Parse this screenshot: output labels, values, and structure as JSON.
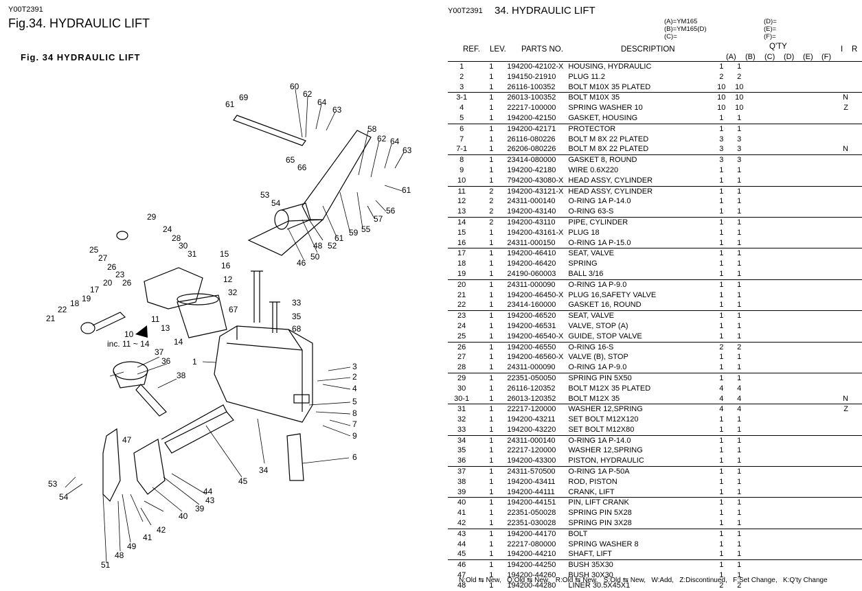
{
  "left": {
    "code": "Y00T2391",
    "fig_title": "Fig.34.  HYDRAULIC LIFT",
    "drawing_title": "Fig. 34   HYDRAULIC LIFT",
    "inc_note": "inc. 11 ~ 14",
    "callouts": [
      "1",
      "2",
      "3",
      "4",
      "5",
      "6",
      "7",
      "8",
      "9",
      "10",
      "11",
      "12",
      "13",
      "14",
      "15",
      "16",
      "17",
      "18",
      "19",
      "20",
      "21",
      "22",
      "23",
      "24",
      "25",
      "26",
      "26",
      "27",
      "28",
      "29",
      "30",
      "31",
      "32",
      "33",
      "34",
      "35",
      "36",
      "37",
      "38",
      "39",
      "40",
      "41",
      "42",
      "43",
      "44",
      "45",
      "46",
      "47",
      "48",
      "48",
      "49",
      "50",
      "51",
      "52",
      "53",
      "53",
      "54",
      "54",
      "55",
      "56",
      "57",
      "58",
      "59",
      "60",
      "61",
      "61",
      "61",
      "62",
      "62",
      "63",
      "63",
      "64",
      "64",
      "65",
      "66",
      "67",
      "68",
      "69"
    ]
  },
  "right": {
    "code": "Y00T2391",
    "title": "34.  HYDRAULIC LIFT",
    "models": [
      "(A)=YM165",
      "(B)=YM165(D)",
      "(C)="
    ],
    "models2": [
      "(D)=",
      "(E)=",
      "(F)="
    ],
    "headers": {
      "ref": "REF.",
      "lev": "LEV.",
      "parts": "PARTS NO.",
      "desc": "DESCRIPTION",
      "qty": "Q'TY",
      "i": "I",
      "r": "R"
    },
    "qty_cols": [
      "(A)",
      "(B)",
      "(C)",
      "(D)",
      "(E)",
      "(F)"
    ],
    "rows": [
      {
        "ref": "1",
        "lev": "1",
        "pno": "194200-42102-X",
        "desc": "HOUSING, HYDRAULIC",
        "a": "1",
        "b": "1",
        "r": "",
        "sep": true
      },
      {
        "ref": "2",
        "lev": "1",
        "pno": "194150-21910",
        "desc": "PLUG 11.2",
        "a": "2",
        "b": "2",
        "r": "",
        "sep": false
      },
      {
        "ref": "3",
        "lev": "1",
        "pno": "26116-100352",
        "desc": "BOLT M10X 35 PLATED",
        "a": "10",
        "b": "10",
        "r": "",
        "sep": false
      },
      {
        "ref": "3-1",
        "lev": "1",
        "pno": "26013-100352",
        "desc": "BOLT M10X 35",
        "a": "10",
        "b": "10",
        "r": "N",
        "sep": true
      },
      {
        "ref": "4",
        "lev": "1",
        "pno": "22217-100000",
        "desc": "SPRING WASHER 10",
        "a": "10",
        "b": "10",
        "r": "Z",
        "sep": false
      },
      {
        "ref": "5",
        "lev": "1",
        "pno": "194200-42150",
        "desc": "GASKET, HOUSING",
        "a": "1",
        "b": "1",
        "r": "",
        "sep": false
      },
      {
        "ref": "6",
        "lev": "1",
        "pno": "194200-42171",
        "desc": "PROTECTOR",
        "a": "1",
        "b": "1",
        "r": "",
        "sep": true
      },
      {
        "ref": "7",
        "lev": "1",
        "pno": "26116-080226",
        "desc": "BOLT M 8X 22 PLATED",
        "a": "3",
        "b": "3",
        "r": "",
        "sep": false
      },
      {
        "ref": "7-1",
        "lev": "1",
        "pno": "26206-080226",
        "desc": "BOLT M 8X 22 PLATED",
        "a": "3",
        "b": "3",
        "r": "N",
        "sep": false
      },
      {
        "ref": "8",
        "lev": "1",
        "pno": "23414-080000",
        "desc": "GASKET 8, ROUND",
        "a": "3",
        "b": "3",
        "r": "",
        "sep": true
      },
      {
        "ref": "9",
        "lev": "1",
        "pno": "194200-42180",
        "desc": "WIRE 0.6X220",
        "a": "1",
        "b": "1",
        "r": "",
        "sep": false
      },
      {
        "ref": "10",
        "lev": "1",
        "pno": "794200-43080-X",
        "desc": "HEAD ASSY, CYLINDER",
        "a": "1",
        "b": "1",
        "r": "",
        "sep": false
      },
      {
        "ref": "11",
        "lev": "2",
        "pno": "194200-43121-X",
        "desc": "HEAD ASSY, CYLINDER",
        "a": "1",
        "b": "1",
        "r": "",
        "sep": true
      },
      {
        "ref": "12",
        "lev": "2",
        "pno": "24311-000140",
        "desc": "O-RING 1A P-14.0",
        "a": "1",
        "b": "1",
        "r": "",
        "sep": false
      },
      {
        "ref": "13",
        "lev": "2",
        "pno": "194200-43140",
        "desc": "O-RING 63-S",
        "a": "1",
        "b": "1",
        "r": "",
        "sep": false
      },
      {
        "ref": "14",
        "lev": "2",
        "pno": "194200-43110",
        "desc": "PIPE, CYLINDER",
        "a": "1",
        "b": "1",
        "r": "",
        "sep": true
      },
      {
        "ref": "15",
        "lev": "1",
        "pno": "194200-43161-X",
        "desc": "PLUG 18",
        "a": "1",
        "b": "1",
        "r": "",
        "sep": false
      },
      {
        "ref": "16",
        "lev": "1",
        "pno": "24311-000150",
        "desc": "O-RING 1A P-15.0",
        "a": "1",
        "b": "1",
        "r": "",
        "sep": false
      },
      {
        "ref": "17",
        "lev": "1",
        "pno": "194200-46410",
        "desc": "SEAT, VALVE",
        "a": "1",
        "b": "1",
        "r": "",
        "sep": true
      },
      {
        "ref": "18",
        "lev": "1",
        "pno": "194200-46420",
        "desc": "SPRING",
        "a": "1",
        "b": "1",
        "r": "",
        "sep": false
      },
      {
        "ref": "19",
        "lev": "1",
        "pno": "24190-060003",
        "desc": "BALL 3/16",
        "a": "1",
        "b": "1",
        "r": "",
        "sep": false
      },
      {
        "ref": "20",
        "lev": "1",
        "pno": "24311-000090",
        "desc": "O-RING 1A P-9.0",
        "a": "1",
        "b": "1",
        "r": "",
        "sep": true
      },
      {
        "ref": "21",
        "lev": "1",
        "pno": "194200-46450-X",
        "desc": "PLUG 16,SAFETY VALVE",
        "a": "1",
        "b": "1",
        "r": "",
        "sep": false
      },
      {
        "ref": "22",
        "lev": "1",
        "pno": "23414-160000",
        "desc": "GASKET 16, ROUND",
        "a": "1",
        "b": "1",
        "r": "",
        "sep": false
      },
      {
        "ref": "23",
        "lev": "1",
        "pno": "194200-46520",
        "desc": "SEAT, VALVE",
        "a": "1",
        "b": "1",
        "r": "",
        "sep": true
      },
      {
        "ref": "24",
        "lev": "1",
        "pno": "194200-46531",
        "desc": "VALVE, STOP (A)",
        "a": "1",
        "b": "1",
        "r": "",
        "sep": false
      },
      {
        "ref": "25",
        "lev": "1",
        "pno": "194200-46540-X",
        "desc": "GUIDE, STOP VALVE",
        "a": "1",
        "b": "1",
        "r": "",
        "sep": false
      },
      {
        "ref": "26",
        "lev": "1",
        "pno": "194200-46550",
        "desc": "O-RING  16-S",
        "a": "2",
        "b": "2",
        "r": "",
        "sep": true
      },
      {
        "ref": "27",
        "lev": "1",
        "pno": "194200-46560-X",
        "desc": "VALVE (B), STOP",
        "a": "1",
        "b": "1",
        "r": "",
        "sep": false
      },
      {
        "ref": "28",
        "lev": "1",
        "pno": "24311-000090",
        "desc": "O-RING 1A P-9.0",
        "a": "1",
        "b": "1",
        "r": "",
        "sep": false
      },
      {
        "ref": "29",
        "lev": "1",
        "pno": "22351-050050",
        "desc": "SPRING PIN 5X50",
        "a": "1",
        "b": "1",
        "r": "",
        "sep": true
      },
      {
        "ref": "30",
        "lev": "1",
        "pno": "26116-120352",
        "desc": "BOLT M12X 35 PLATED",
        "a": "4",
        "b": "4",
        "r": "",
        "sep": false
      },
      {
        "ref": "30-1",
        "lev": "1",
        "pno": "26013-120352",
        "desc": "BOLT M12X 35",
        "a": "4",
        "b": "4",
        "r": "N",
        "sep": false
      },
      {
        "ref": "31",
        "lev": "1",
        "pno": "22217-120000",
        "desc": "WASHER 12,SPRING",
        "a": "4",
        "b": "4",
        "r": "Z",
        "sep": true
      },
      {
        "ref": "32",
        "lev": "1",
        "pno": "194200-43211",
        "desc": "SET BOLT M12X120",
        "a": "1",
        "b": "1",
        "r": "",
        "sep": false
      },
      {
        "ref": "33",
        "lev": "1",
        "pno": "194200-43220",
        "desc": "SET BOLT M12X80",
        "a": "1",
        "b": "1",
        "r": "",
        "sep": false
      },
      {
        "ref": "34",
        "lev": "1",
        "pno": "24311-000140",
        "desc": "O-RING 1A P-14.0",
        "a": "1",
        "b": "1",
        "r": "",
        "sep": true
      },
      {
        "ref": "35",
        "lev": "1",
        "pno": "22217-120000",
        "desc": "WASHER 12,SPRING",
        "a": "1",
        "b": "1",
        "r": "",
        "sep": false
      },
      {
        "ref": "36",
        "lev": "1",
        "pno": "194200-43300",
        "desc": "PISTON, HYDRAULIC",
        "a": "1",
        "b": "1",
        "r": "",
        "sep": false
      },
      {
        "ref": "37",
        "lev": "1",
        "pno": "24311-570500",
        "desc": "O-RING 1A P-50A",
        "a": "1",
        "b": "1",
        "r": "",
        "sep": true
      },
      {
        "ref": "38",
        "lev": "1",
        "pno": "194200-43411",
        "desc": "ROD, PISTON",
        "a": "1",
        "b": "1",
        "r": "",
        "sep": false
      },
      {
        "ref": "39",
        "lev": "1",
        "pno": "194200-44111",
        "desc": "CRANK, LIFT",
        "a": "1",
        "b": "1",
        "r": "",
        "sep": false
      },
      {
        "ref": "40",
        "lev": "1",
        "pno": "194200-44151",
        "desc": "PIN, LIFT CRANK",
        "a": "1",
        "b": "1",
        "r": "",
        "sep": true
      },
      {
        "ref": "41",
        "lev": "1",
        "pno": "22351-050028",
        "desc": "SPRING PIN 5X28",
        "a": "1",
        "b": "1",
        "r": "",
        "sep": false
      },
      {
        "ref": "42",
        "lev": "1",
        "pno": "22351-030028",
        "desc": "SPRING PIN 3X28",
        "a": "1",
        "b": "1",
        "r": "",
        "sep": false
      },
      {
        "ref": "43",
        "lev": "1",
        "pno": "194200-44170",
        "desc": "BOLT",
        "a": "1",
        "b": "1",
        "r": "",
        "sep": true
      },
      {
        "ref": "44",
        "lev": "1",
        "pno": "22217-080000",
        "desc": "SPRING WASHER  8",
        "a": "1",
        "b": "1",
        "r": "",
        "sep": false
      },
      {
        "ref": "45",
        "lev": "1",
        "pno": "194200-44210",
        "desc": "SHAFT, LIFT",
        "a": "1",
        "b": "1",
        "r": "",
        "sep": false
      },
      {
        "ref": "46",
        "lev": "1",
        "pno": "194200-44250",
        "desc": "BUSH 35X30",
        "a": "1",
        "b": "1",
        "r": "",
        "sep": true
      },
      {
        "ref": "47",
        "lev": "1",
        "pno": "194200-44260",
        "desc": "BUSH 30X30",
        "a": "1",
        "b": "1",
        "r": "",
        "sep": false
      },
      {
        "ref": "48",
        "lev": "1",
        "pno": "194200-44280",
        "desc": "LINER 30.5X45X1",
        "a": "2",
        "b": "2",
        "r": "",
        "sep": false
      }
    ],
    "legend": [
      "N:Old",
      "New,",
      "Q:Old",
      "New,",
      "R:Old",
      "New,",
      "S:Old",
      "New,",
      "W:Add,",
      "Z:Discontinued,",
      "F:Set Change,",
      "K:Q'ty Change"
    ]
  }
}
